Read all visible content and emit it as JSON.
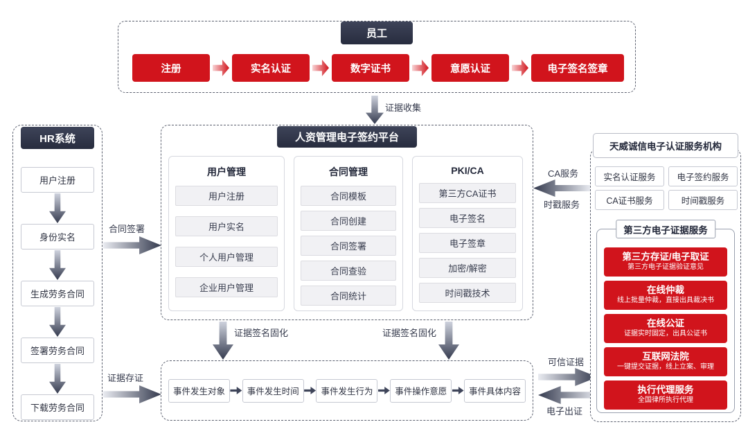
{
  "colors": {
    "red": "#d1141c",
    "dark_navy": "#2d3244",
    "dash_border": "#5a5f6e"
  },
  "top_flow": {
    "title": "员工",
    "steps": [
      "注册",
      "实名认证",
      "数字证书",
      "意愿认证",
      "电子签名签章"
    ]
  },
  "labels": {
    "evidence_collect": "证据收集",
    "contract_sign": "合同签署",
    "evidence_store": "证据存证",
    "evidence_solidify_left": "证据签名固化",
    "evidence_solidify_right": "证据签名固化",
    "ca_service": "CA服务",
    "timestamp_service": "时戳服务",
    "trusted_evidence": "可信证据",
    "electronic_cert_out": "电子出证"
  },
  "hr_system": {
    "title": "HR系统",
    "steps": [
      "用户注册",
      "身份实名",
      "生成劳务合同",
      "签署劳务合同",
      "下载劳务合同"
    ]
  },
  "platform": {
    "title": "人资管理电子签约平台",
    "columns": [
      {
        "title": "用户管理",
        "items": [
          "用户注册",
          "用户实名",
          "个人用户管理",
          "企业用户管理"
        ]
      },
      {
        "title": "合同管理",
        "items": [
          "合同模板",
          "合同创建",
          "合同签署",
          "合同查验",
          "合同统计"
        ]
      },
      {
        "title": "PKI/CA",
        "items": [
          "第三方CA证书",
          "电子签名",
          "电子签章",
          "加密/解密",
          "时间戳技术"
        ]
      }
    ]
  },
  "event_chain": {
    "items": [
      "事件发生对象",
      "事件发生时间",
      "事件发生行为",
      "事件操作意愿",
      "事件具体内容"
    ]
  },
  "ca_org": {
    "title": "天威诚信电子认证服务机构",
    "services": [
      "实名认证服务",
      "电子签约服务",
      "CA证书服务",
      "时间戳服务"
    ],
    "evidence_section": {
      "title": "第三方电子证据服务",
      "items": [
        {
          "title": "第三方存证/电子取证",
          "subtitle": "第三方电子证据验证意见"
        },
        {
          "title": "在线仲裁",
          "subtitle": "线上批量仲裁，直接出具裁决书"
        },
        {
          "title": "在线公证",
          "subtitle": "证据实时固定，出具公证书"
        },
        {
          "title": "互联网法院",
          "subtitle": "一键提交证据，线上立案、审理"
        },
        {
          "title": "执行代理服务",
          "subtitle": "全国律所执行代理"
        }
      ]
    }
  }
}
